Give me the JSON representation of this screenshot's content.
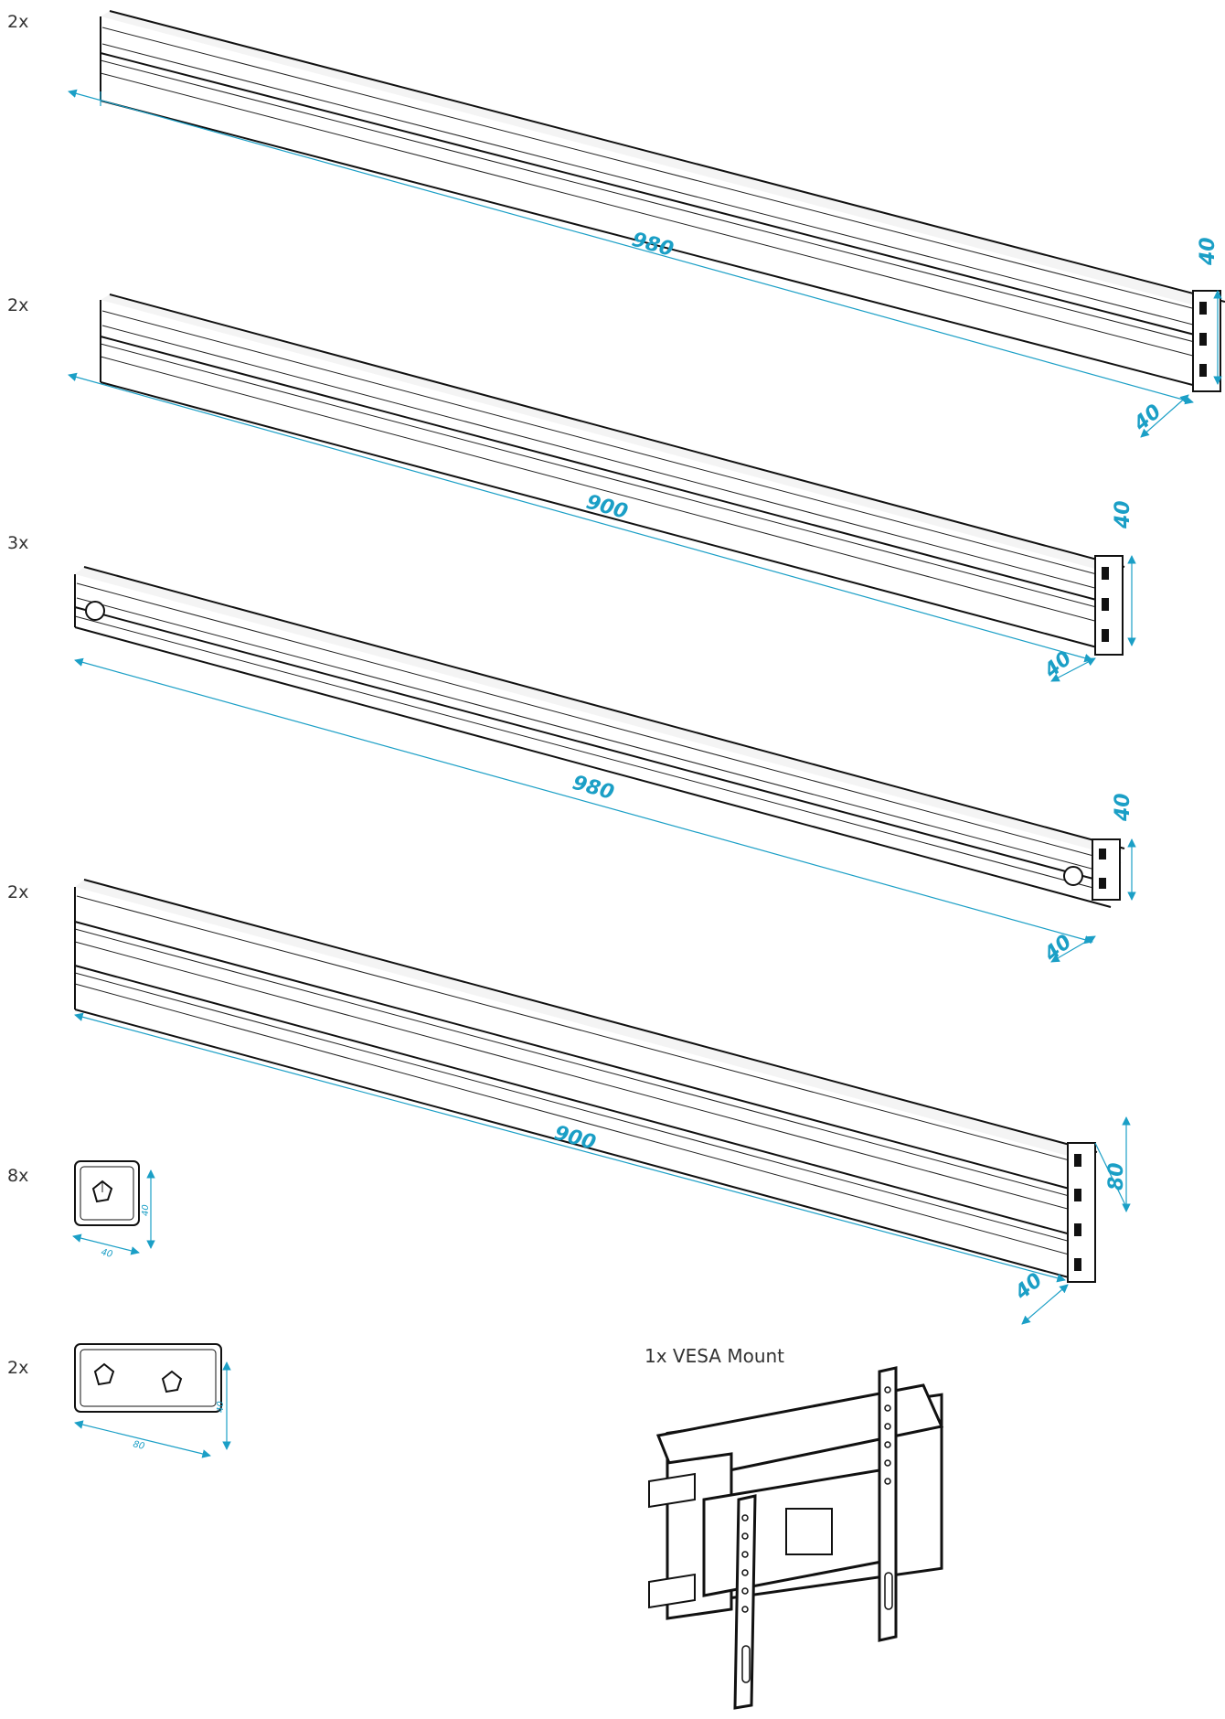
{
  "parts": [
    {
      "quantity": "2x",
      "length": "980",
      "height": "40",
      "width": "40"
    },
    {
      "quantity": "2x",
      "length": "900",
      "height": "40",
      "width": "40"
    },
    {
      "quantity": "3x",
      "length": "980",
      "height": "40",
      "width": "40"
    },
    {
      "quantity": "2x",
      "length": "900",
      "height": "80",
      "width": "40"
    }
  ],
  "end_caps": [
    {
      "quantity": "8x",
      "width": "40",
      "height": "40"
    },
    {
      "quantity": "2x",
      "width": "80",
      "height": "40"
    }
  ],
  "vesa": {
    "caption": "1x  VESA Mount"
  },
  "colors": {
    "dimension": "#1b9fc6",
    "outline": "#111111",
    "text": "#333333"
  }
}
